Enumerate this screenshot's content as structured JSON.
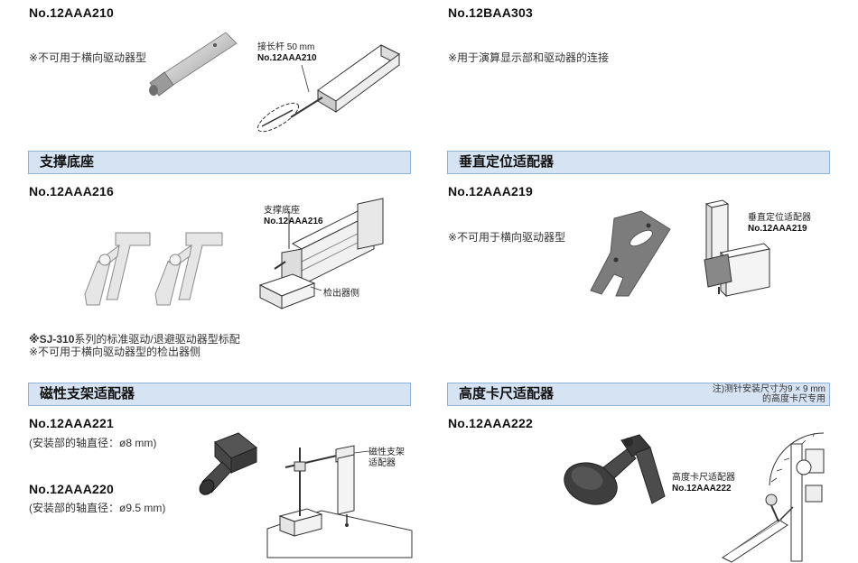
{
  "items": {
    "ext_rod": {
      "part_no": "No.12AAA210",
      "note": "※不可用于横向驱动器型",
      "callout_label": "接长杆 50 mm",
      "callout_part": "No.12AAA210"
    },
    "display_link": {
      "part_no": "No.12BAA303",
      "note": "※用于演算显示部和驱动器的连接"
    },
    "support_base": {
      "title": "支撑底座",
      "part_no": "No.12AAA216",
      "callout_label": "支撑底座",
      "callout_part": "No.12AAA216",
      "side_label": "检出器侧",
      "note1_bold": "※SJ-310",
      "note1_rest": "系列的标准驱动/退避驱动器型标配",
      "note2": "※不可用于横向驱动器型的检出器侧"
    },
    "vertical_adapter": {
      "title": "垂直定位适配器",
      "part_no": "No.12AAA219",
      "note": "※不可用于横向驱动器型",
      "callout_label": "垂直定位适配器",
      "callout_part": "No.12AAA219"
    },
    "magnetic_adapter": {
      "title": "磁性支架适配器",
      "part_no_1": "No.12AAA221",
      "spec_1": "(安装部的轴直径：ø8 mm)",
      "part_no_2": "No.12AAA220",
      "spec_2": "(安装部的轴直径：ø9.5 mm)",
      "callout_line1": "磁性支架",
      "callout_line2": "适配器"
    },
    "height_gauge_adapter": {
      "title": "高度卡尺适配器",
      "bar_note_line1": "注)测针安装尺寸为9 × 9 mm",
      "bar_note_line2": "的高度卡尺专用",
      "part_no": "No.12AAA222",
      "callout_label": "高度卡尺适配器",
      "callout_part": "No.12AAA222"
    }
  }
}
